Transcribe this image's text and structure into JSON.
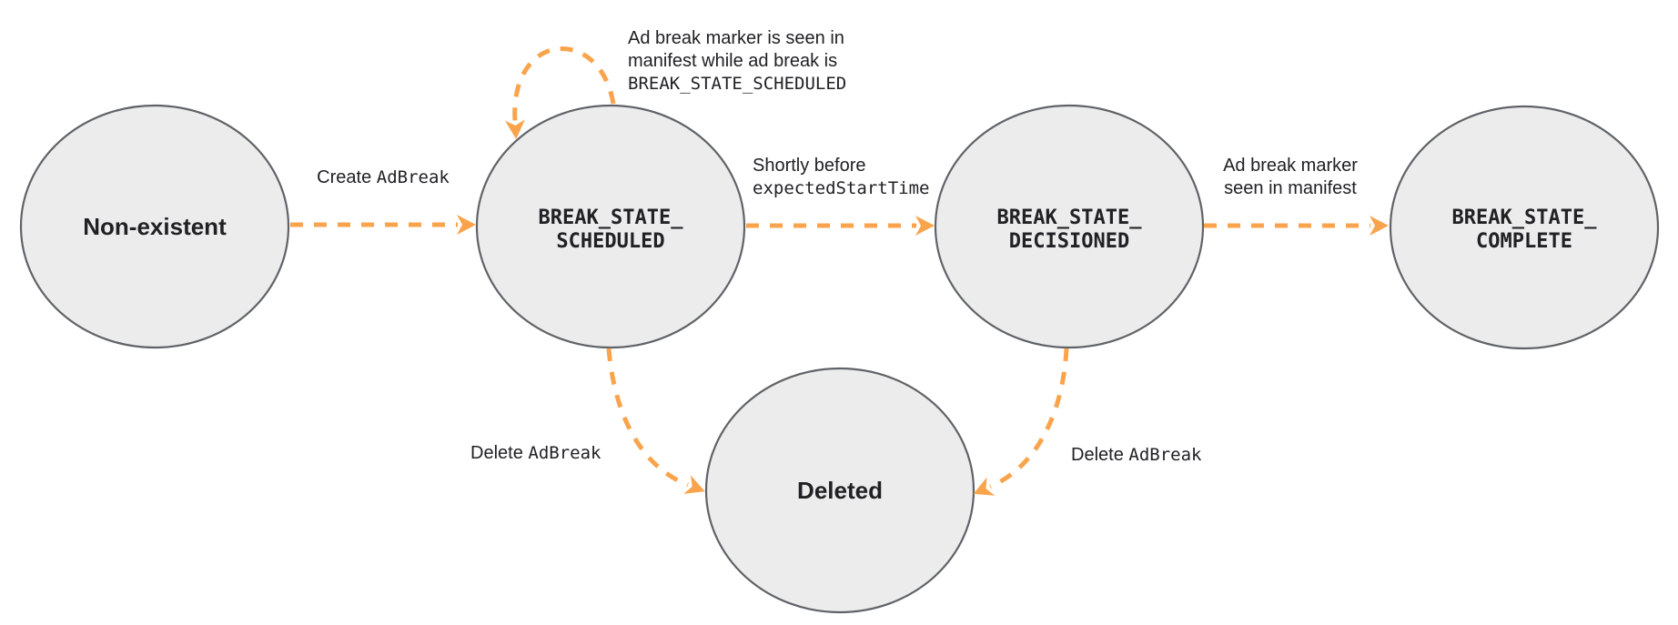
{
  "diagram": {
    "colors": {
      "background": "#ffffff",
      "state_fill": "#ececec",
      "state_border": "#5f6368",
      "arrow": "#f9a44d",
      "text": "#202124"
    },
    "states": [
      {
        "id": "non-existent",
        "lines": [
          "Non-existent"
        ]
      },
      {
        "id": "scheduled",
        "lines": [
          "BREAK_STATE_",
          "SCHEDULED"
        ]
      },
      {
        "id": "decisioned",
        "lines": [
          "BREAK_STATE_",
          "DECISIONED"
        ]
      },
      {
        "id": "complete",
        "lines": [
          "BREAK_STATE_",
          "COMPLETE"
        ]
      },
      {
        "id": "deleted",
        "lines": [
          "Deleted"
        ]
      }
    ],
    "transitions": [
      {
        "id": "create-adbreak",
        "from": "non-existent",
        "to": "scheduled",
        "label_parts": [
          {
            "text": "Create "
          },
          {
            "text": "AdBreak"
          }
        ]
      },
      {
        "id": "marker-seen-while-scheduled",
        "from": "scheduled",
        "to": "scheduled",
        "label_lines": [
          {
            "text": "Ad break marker is seen in"
          },
          {
            "text": "manifest while ad break is"
          },
          {
            "text": "BREAK_STATE_SCHEDULED"
          }
        ]
      },
      {
        "id": "shortly-before-start",
        "from": "scheduled",
        "to": "decisioned",
        "label_lines": [
          {
            "text": "Shortly before"
          },
          {
            "text": "expectedStartTime"
          }
        ]
      },
      {
        "id": "marker-seen-in-manifest",
        "from": "decisioned",
        "to": "complete",
        "label_lines": [
          {
            "text": "Ad break marker"
          },
          {
            "text": "seen in manifest"
          }
        ]
      },
      {
        "id": "delete-from-scheduled",
        "from": "scheduled",
        "to": "deleted",
        "label_parts": [
          {
            "text": "Delete "
          },
          {
            "text": "AdBreak"
          }
        ]
      },
      {
        "id": "delete-from-decisioned",
        "from": "decisioned",
        "to": "deleted",
        "label_parts": [
          {
            "text": "Delete "
          },
          {
            "text": "AdBreak"
          }
        ]
      }
    ]
  }
}
